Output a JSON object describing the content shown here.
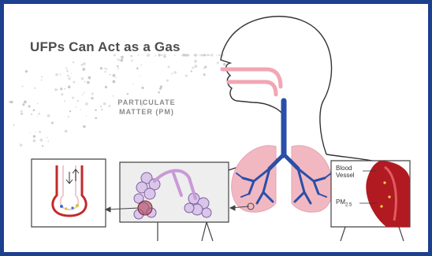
{
  "title": "UFPs Can Act as a Gas",
  "pm_label": {
    "line1": "PARTICULATE",
    "line2": "MATTER (PM)"
  },
  "blood_vessel_label": {
    "line1": "Blood",
    "line2": "Vessel"
  },
  "pm25_label": {
    "main": "PM",
    "sub": "2.5"
  },
  "colors": {
    "frame": "#1d3f8f",
    "airway": "#2a4fa8",
    "lung": "#f1b8c2",
    "nose_path": "#f2a6b4",
    "vessel": "#b21a22",
    "outline": "#333333"
  },
  "icons": [
    "arrow-right-icon",
    "up-arrow-icon",
    "down-arrow-icon"
  ]
}
